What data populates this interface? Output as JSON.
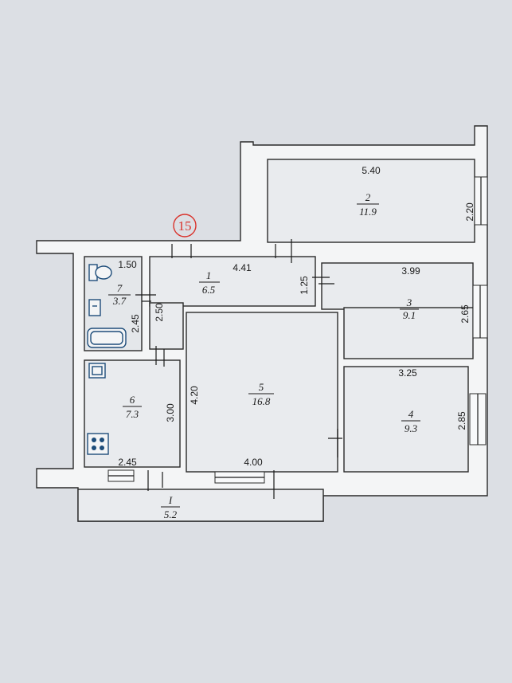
{
  "badge": "15",
  "rooms": [
    {
      "number": "1",
      "area": "6.5"
    },
    {
      "number": "2",
      "area": "11.9"
    },
    {
      "number": "3",
      "area": "9.1"
    },
    {
      "number": "4",
      "area": "9.3"
    },
    {
      "number": "5",
      "area": "16.8"
    },
    {
      "number": "6",
      "area": "7.3"
    },
    {
      "number": "7",
      "area": "3.7"
    },
    {
      "number": "I",
      "area": "5.2"
    }
  ],
  "dimensions": {
    "room2_width": "5.40",
    "room2_depth": "2.20",
    "room1_width": "4.41",
    "room1_depth": "1.25",
    "room1_height": "2.50",
    "room3_width": "3.99",
    "room3_depth": "2.65",
    "room4_width": "3.25",
    "room4_depth": "2.85",
    "room5_width": "4.00",
    "room5_depth": "4.20",
    "room6_width": "2.45",
    "room6_depth": "3.00",
    "room7_width": "1.50",
    "room7_depth": "2.45"
  }
}
